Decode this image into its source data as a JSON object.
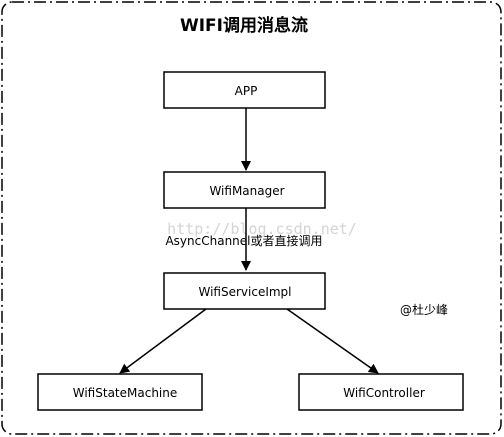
{
  "title": "WIFI调用消息流",
  "nodes": {
    "app": "APP",
    "wifi_manager": "WifiManager",
    "wifi_service_impl": "WifiServiceImpl",
    "wifi_state_machine": "WifiStateMachine",
    "wifi_controller": "WifiController"
  },
  "edge_label": "AsyncChannel或者直接调用",
  "author": "@杜少峰",
  "watermark": "http://blog.csdn.net/"
}
